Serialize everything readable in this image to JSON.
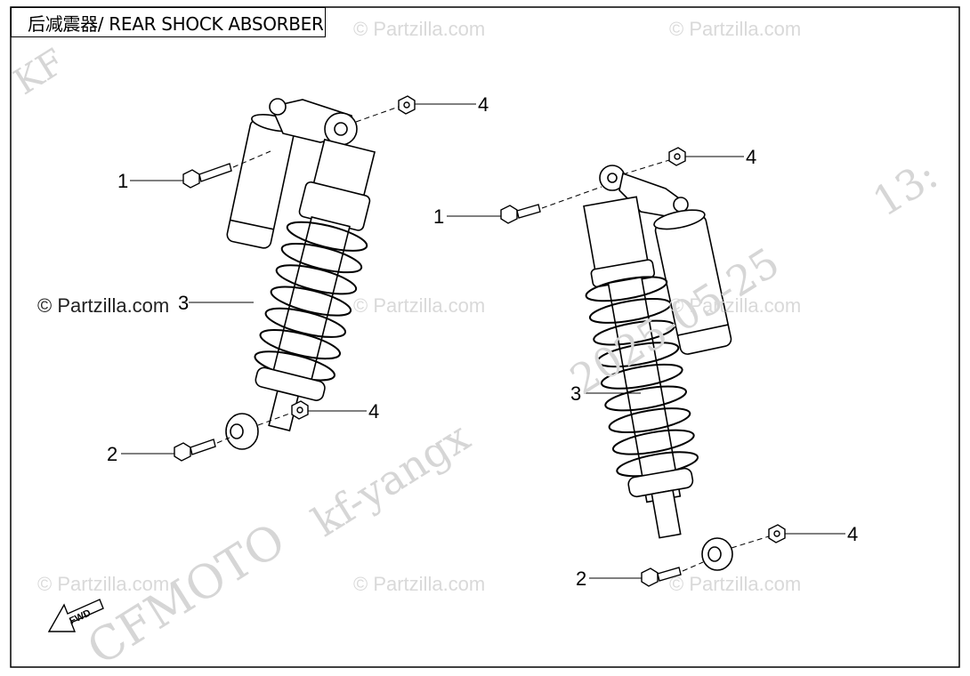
{
  "title": "后减震器/ REAR SHOCK ABSORBER",
  "watermarks": {
    "partzilla": "© Partzilla.com",
    "diagonal_1": "kf-yangx",
    "diagonal_2": "CFMOTO",
    "diagonal_3": "2025-05-25",
    "diagonal_4": "13:",
    "diagonal_5": "KF"
  },
  "callouts": {
    "left": [
      "1",
      "2",
      "3",
      "4",
      "4"
    ],
    "right": [
      "1",
      "2",
      "3",
      "4",
      "4"
    ]
  },
  "fwd_label": "FWD"
}
